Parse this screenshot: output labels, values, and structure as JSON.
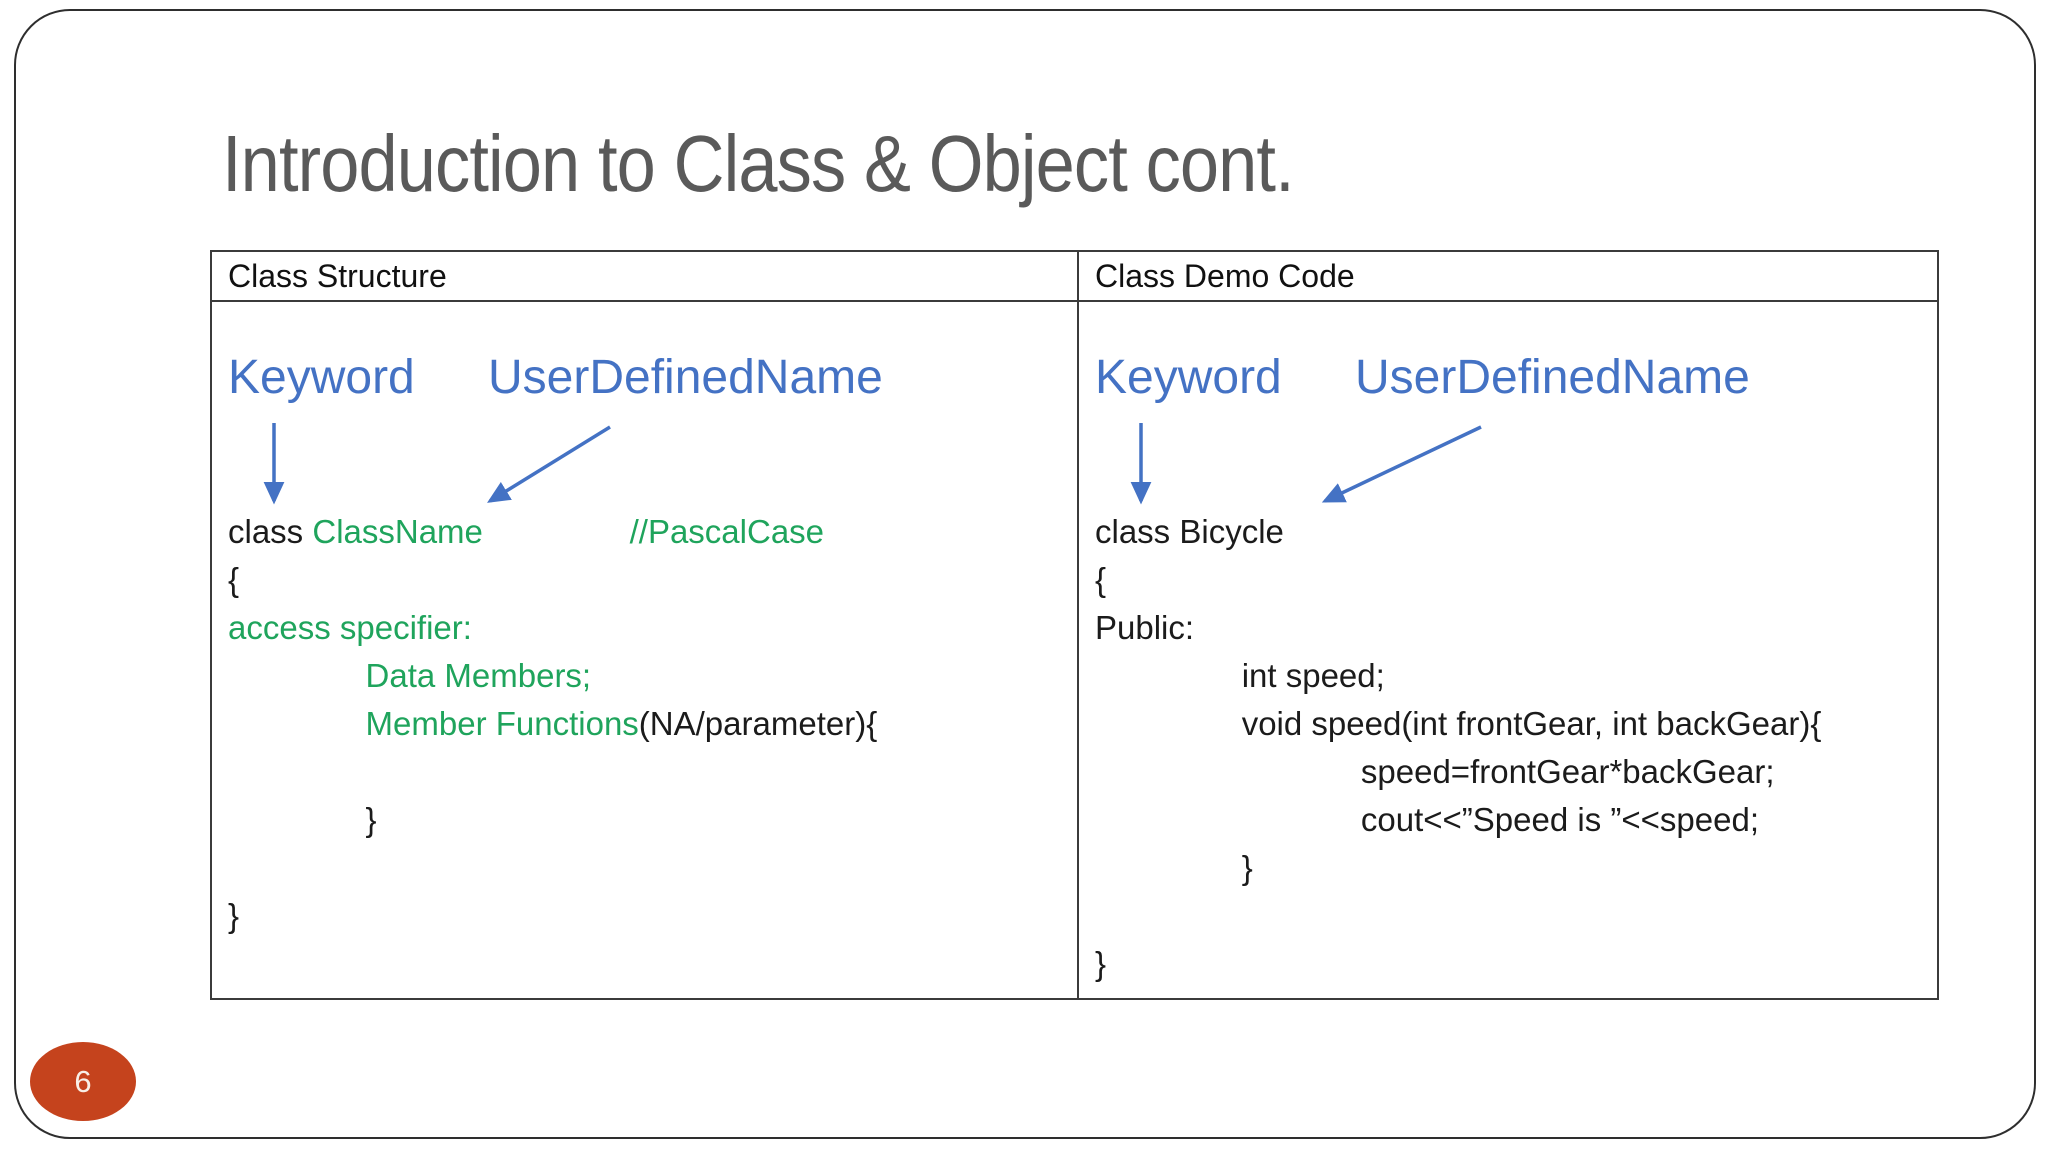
{
  "slide": {
    "title": "Introduction to Class & Object cont.",
    "page_number": "6"
  },
  "colors": {
    "title_gray": "#5a5a5a",
    "accent_blue": "#4472c4",
    "code_green": "#1fa45c",
    "code_black": "#1b1b1b",
    "badge_orange": "#c5431d",
    "table_border": "#3b3b3b"
  },
  "table": {
    "left": {
      "header": "Class Structure",
      "keyword_label": "Keyword",
      "udn_label": "UserDefinedName",
      "code": [
        {
          "segments": [
            {
              "t": "class ",
              "c": "k"
            },
            {
              "t": "ClassName",
              "c": "g"
            },
            {
              "t": "                ",
              "c": "k"
            },
            {
              "t": "//PascalCase",
              "c": "g"
            }
          ]
        },
        {
          "segments": [
            {
              "t": "{",
              "c": "k"
            }
          ]
        },
        {
          "segments": [
            {
              "t": "access specifier:",
              "c": "g"
            }
          ]
        },
        {
          "segments": [
            {
              "t": "               ",
              "c": "k"
            },
            {
              "t": "Data Members;",
              "c": "g"
            }
          ]
        },
        {
          "segments": [
            {
              "t": "               ",
              "c": "k"
            },
            {
              "t": "Member Functions",
              "c": "g"
            },
            {
              "t": "(NA/parameter){",
              "c": "k"
            }
          ]
        },
        {
          "segments": []
        },
        {
          "segments": [
            {
              "t": "               }",
              "c": "k"
            }
          ]
        },
        {
          "segments": []
        },
        {
          "segments": [
            {
              "t": "}",
              "c": "k"
            }
          ]
        }
      ]
    },
    "right": {
      "header": "Class Demo Code",
      "keyword_label": "Keyword",
      "udn_label": "UserDefinedName",
      "code": [
        {
          "segments": [
            {
              "t": "class Bicycle",
              "c": "k"
            }
          ]
        },
        {
          "segments": [
            {
              "t": "{",
              "c": "k"
            }
          ]
        },
        {
          "segments": [
            {
              "t": "Public:",
              "c": "k"
            }
          ]
        },
        {
          "segments": [
            {
              "t": "                int speed;",
              "c": "k"
            }
          ]
        },
        {
          "segments": [
            {
              "t": "                void speed(int frontGear, int backGear){",
              "c": "k"
            }
          ]
        },
        {
          "segments": [
            {
              "t": "                             speed=frontGear*backGear;",
              "c": "k"
            }
          ]
        },
        {
          "segments": [
            {
              "t": "                             cout<<”Speed is ”<<speed;",
              "c": "k"
            }
          ]
        },
        {
          "segments": [
            {
              "t": "                }",
              "c": "k"
            }
          ]
        },
        {
          "segments": []
        },
        {
          "segments": [
            {
              "t": "}",
              "c": "k"
            }
          ]
        }
      ]
    }
  }
}
